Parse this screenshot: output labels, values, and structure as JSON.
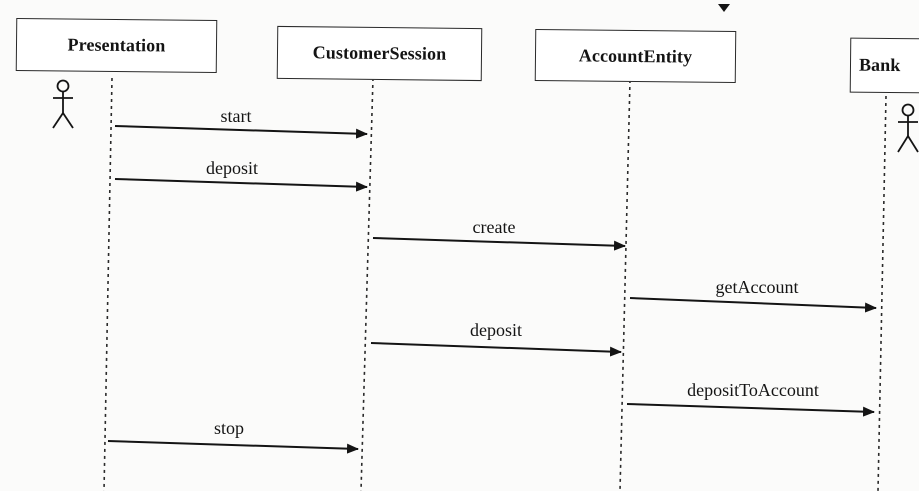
{
  "participants": {
    "presentation": {
      "name": "Presentation",
      "is_actor": true
    },
    "customer_session": {
      "name": "CustomerSession",
      "is_actor": false
    },
    "account_entity": {
      "name": "AccountEntity",
      "is_actor": false
    },
    "bank": {
      "name": "Bank",
      "is_actor": true
    }
  },
  "messages": [
    {
      "label": "start",
      "from": "Presentation",
      "to": "CustomerSession"
    },
    {
      "label": "deposit",
      "from": "Presentation",
      "to": "CustomerSession"
    },
    {
      "label": "create",
      "from": "CustomerSession",
      "to": "AccountEntity"
    },
    {
      "label": "getAccount",
      "from": "AccountEntity",
      "to": "Bank"
    },
    {
      "label": "deposit",
      "from": "CustomerSession",
      "to": "AccountEntity"
    },
    {
      "label": "depositToAccount",
      "from": "AccountEntity",
      "to": "Bank"
    },
    {
      "label": "stop",
      "from": "Presentation",
      "to": "CustomerSession"
    }
  ],
  "colors": {
    "ink": "#141414",
    "paper": "#fbfbfa"
  }
}
